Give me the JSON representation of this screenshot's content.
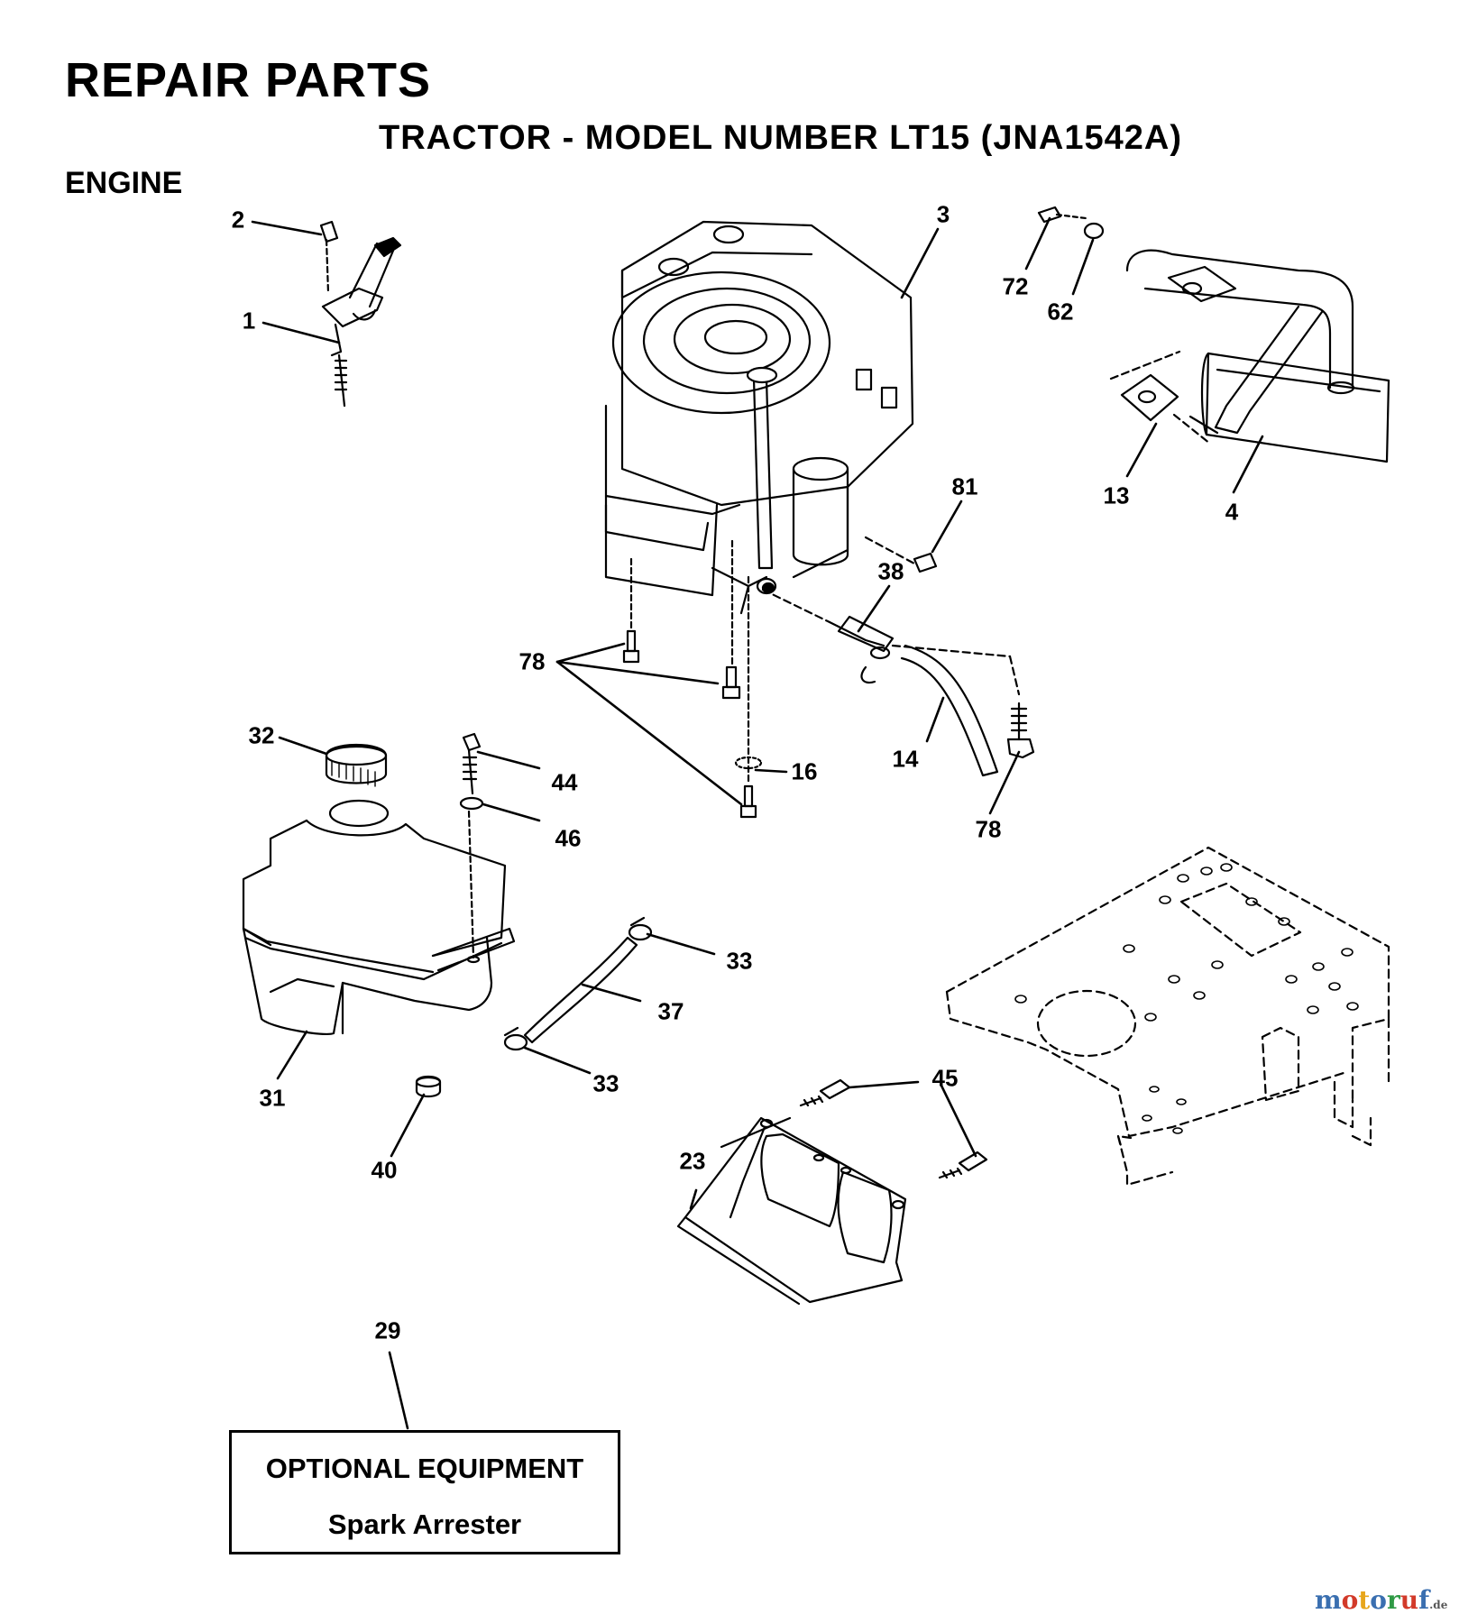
{
  "header": {
    "title": "REPAIR PARTS",
    "subtitle": "TRACTOR - MODEL NUMBER LT15 (JNA1542A)",
    "section": "ENGINE"
  },
  "callouts": [
    {
      "id": "c2",
      "label": "2"
    },
    {
      "id": "c1",
      "label": "1"
    },
    {
      "id": "c3",
      "label": "3"
    },
    {
      "id": "c72",
      "label": "72"
    },
    {
      "id": "c62",
      "label": "62"
    },
    {
      "id": "c13",
      "label": "13"
    },
    {
      "id": "c4",
      "label": "4"
    },
    {
      "id": "c81",
      "label": "81"
    },
    {
      "id": "c38",
      "label": "38"
    },
    {
      "id": "c78a",
      "label": "78"
    },
    {
      "id": "c14",
      "label": "14"
    },
    {
      "id": "c16",
      "label": "16"
    },
    {
      "id": "c78b",
      "label": "78"
    },
    {
      "id": "c32",
      "label": "32"
    },
    {
      "id": "c44",
      "label": "44"
    },
    {
      "id": "c46",
      "label": "46"
    },
    {
      "id": "c33a",
      "label": "33"
    },
    {
      "id": "c37",
      "label": "37"
    },
    {
      "id": "c33b",
      "label": "33"
    },
    {
      "id": "c31",
      "label": "31"
    },
    {
      "id": "c40",
      "label": "40"
    },
    {
      "id": "c45",
      "label": "45"
    },
    {
      "id": "c23",
      "label": "23"
    },
    {
      "id": "c29",
      "label": "29"
    }
  ],
  "optional_box": {
    "heading": "OPTIONAL EQUIPMENT",
    "item": "Spark Arrester"
  },
  "watermark": {
    "letters": [
      "m",
      "o",
      "t",
      "o",
      "r",
      "u",
      "f"
    ],
    "suffix": ".de"
  }
}
